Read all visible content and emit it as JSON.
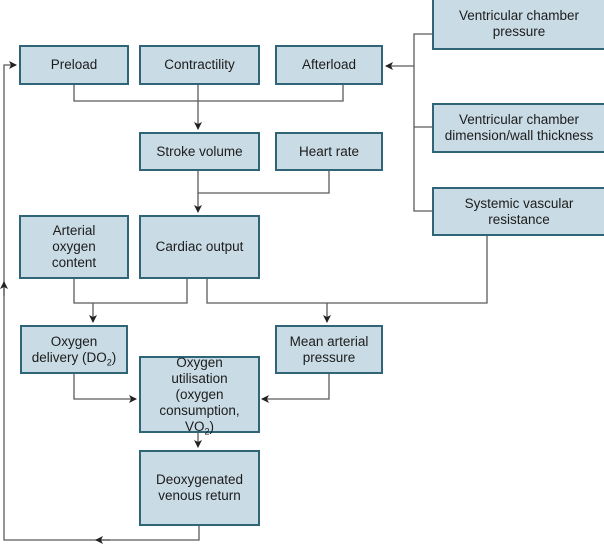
{
  "diagram": {
    "type": "flowchart",
    "nodes": {
      "preload": "Preload",
      "contractility": "Contractility",
      "afterload": "Afterload",
      "ventricular_chamber_pressure": "Ventricular chamber\npressure",
      "ventricular_chamber_dimension": "Ventricular chamber\ndimension/wall thickness",
      "systemic_vascular_resistance": "Systemic vascular\nresistance",
      "stroke_volume": "Stroke volume",
      "heart_rate": "Heart rate",
      "arterial_oxygen_content": "Arterial\noxygen\ncontent",
      "cardiac_output": "Cardiac output",
      "oxygen_delivery_main": "Oxygen\ndelivery (DO",
      "oxygen_delivery_sub": "2",
      "oxygen_delivery_end": ")",
      "mean_arterial_pressure": "Mean arterial\npressure",
      "oxygen_utilisation_main": "Oxygen\nutilisation\n(oxygen\nconsumption, VO",
      "oxygen_utilisation_sub": "2",
      "oxygen_utilisation_end": ")",
      "deoxygenated_venous_return": "Deoxygenated\nvenous return"
    },
    "edges": [
      {
        "from": [
          "Preload",
          "Contractility",
          "Afterload"
        ],
        "to": "Stroke volume"
      },
      {
        "from": [
          "Ventricular chamber pressure",
          "Ventricular chamber dimension/wall thickness",
          "Systemic vascular resistance"
        ],
        "to": "Afterload"
      },
      {
        "from": [
          "Stroke volume",
          "Heart rate"
        ],
        "to": "Cardiac output"
      },
      {
        "from": [
          "Arterial oxygen content",
          "Cardiac output"
        ],
        "to": "Oxygen delivery (DO2)"
      },
      {
        "from": [
          "Cardiac output",
          "Systemic vascular resistance"
        ],
        "to": "Mean arterial pressure"
      },
      {
        "from": "Oxygen delivery (DO2)",
        "to": "Oxygen utilisation (oxygen consumption, VO2)"
      },
      {
        "from": "Mean arterial pressure",
        "to": "Oxygen utilisation (oxygen consumption, VO2)"
      },
      {
        "from": "Oxygen utilisation (oxygen consumption, VO2)",
        "to": "Deoxygenated venous return"
      },
      {
        "from": "Deoxygenated venous return",
        "to": "Preload"
      }
    ],
    "colors": {
      "box_fill": "#c9dbe4",
      "box_border": "#2f6577",
      "connector": "#555555"
    }
  }
}
